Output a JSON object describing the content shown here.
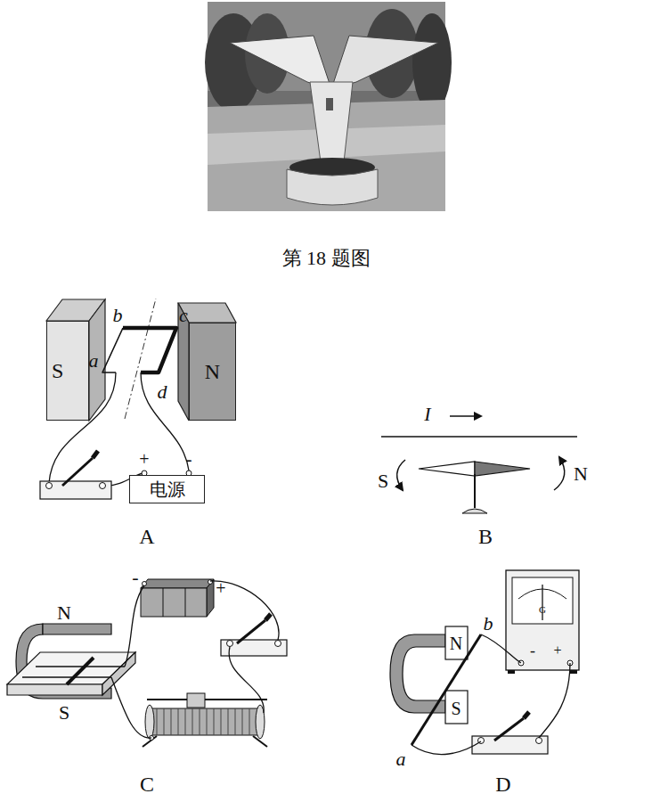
{
  "diagram": {
    "caption": "第 18 题图",
    "nodes": [
      {
        "text": [
          "S"
        ]
      },
      {
        "text": [
          "N"
        ]
      },
      {
        "text": [
          "电源"
        ]
      }
    ],
    "labels": [
      "a",
      "b",
      "c",
      "d",
      "+",
      "-",
      "A",
      "I",
      "S",
      "N",
      "B",
      "-",
      "+",
      "N",
      "S",
      "C",
      "N",
      "b",
      "S",
      "a",
      "-",
      "+",
      "G",
      "D"
    ]
  }
}
